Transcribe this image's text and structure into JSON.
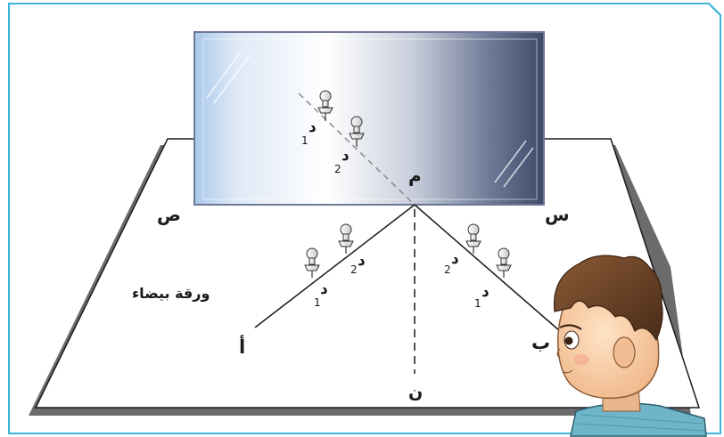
{
  "diagram": {
    "labels": {
      "mirror_point": "م",
      "normal_end": "ن",
      "left_ray_end": "أ",
      "right_ray_end": "ب",
      "left_edge": "ص",
      "right_edge": "س",
      "paper": "ورقة بيضاء"
    },
    "pin_label": "د",
    "pins": [
      {
        "label": "د",
        "sub": "1"
      },
      {
        "label": "د",
        "sub": "2"
      },
      {
        "label": "د",
        "sub": "1"
      },
      {
        "label": "د",
        "sub": "2"
      },
      {
        "label": "د",
        "sub": "1"
      },
      {
        "label": "د",
        "sub": "2"
      }
    ],
    "colors": {
      "frame": "#3cb4d8",
      "paper_shadow": "#6b6b6b",
      "mirror_light": "#ffffff",
      "mirror_dark": "#4e5a78",
      "mirror_left": "#9fc0e6",
      "line": "#1a1a1a",
      "dashed_virtual": "#8a8a8a"
    }
  }
}
